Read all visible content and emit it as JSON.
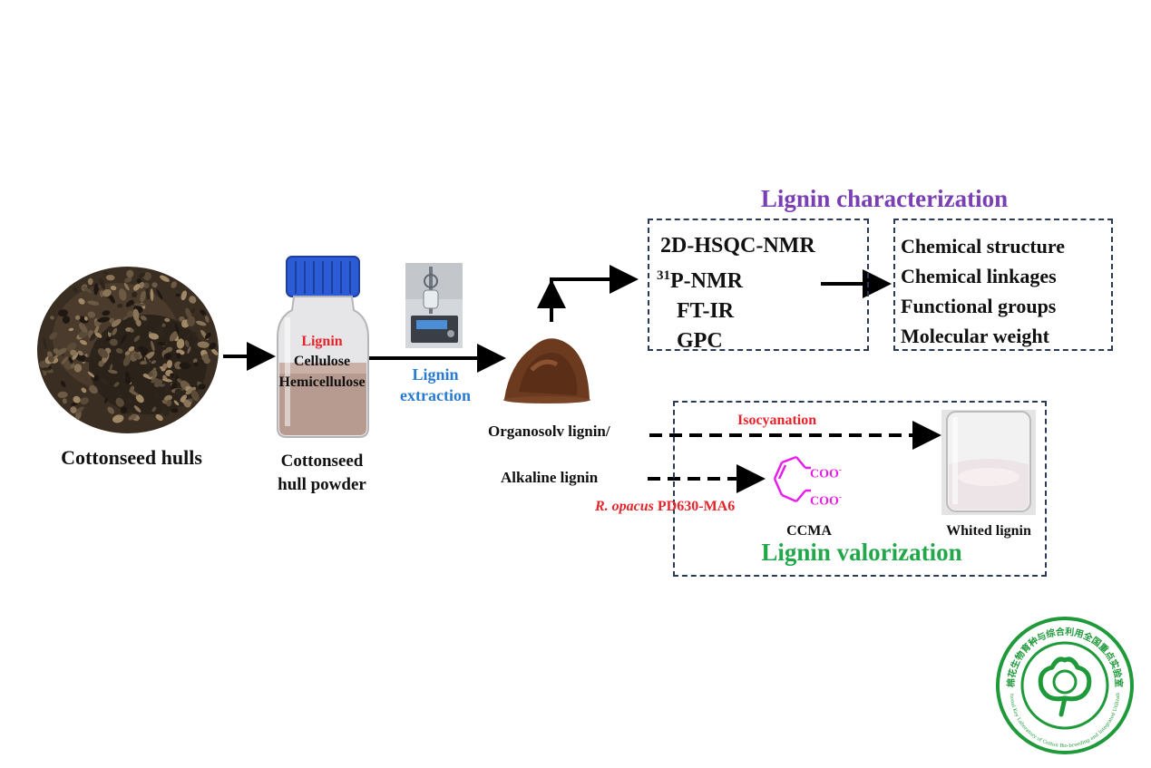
{
  "hulls": {
    "caption": "Cottonseed hulls"
  },
  "powder": {
    "components": [
      "Lignin",
      "Cellulose",
      "Hemicellulose"
    ],
    "caption_line1": "Cottonseed",
    "caption_line2": "hull powder"
  },
  "extraction": {
    "line1": "Lignin",
    "line2": "extraction"
  },
  "characterization": {
    "title": "Lignin characterization",
    "methods": [
      {
        "sup": "",
        "text": "2D-HSQC-NMR"
      },
      {
        "sup": "31",
        "text": "P-NMR"
      },
      {
        "sup": "",
        "text": "FT-IR"
      },
      {
        "sup": "",
        "text": "GPC"
      }
    ],
    "results": [
      "Chemical structure",
      "Chemical linkages",
      "Functional groups",
      "Molecular weight"
    ]
  },
  "valorization": {
    "title": "Lignin valorization",
    "source1": "Organosolv lignin/",
    "source2": "Alkaline lignin",
    "process1": "Isocyanation",
    "strain_italic": "R. opacus",
    "strain_rest": " PD630-MA6",
    "molecule_label1": "COO",
    "molecule_label2": "COO",
    "molecule_charge": "-",
    "product1": "CCMA",
    "product2": "Whited lignin"
  },
  "logo": {
    "text_cn": "棉花生物育种与综合利用全国重点实验室",
    "text_en": "National Key Laboratory of Cotton Bio-breeding and Integrated Utilization"
  },
  "colors": {
    "red": "#e8232a",
    "blue": "#2a7bd0",
    "purple": "#7b3fb4",
    "green": "#22a84a",
    "magenta": "#e81ee8",
    "box_border": "#2c3a5a",
    "logo_green": "#1f9a3a"
  }
}
